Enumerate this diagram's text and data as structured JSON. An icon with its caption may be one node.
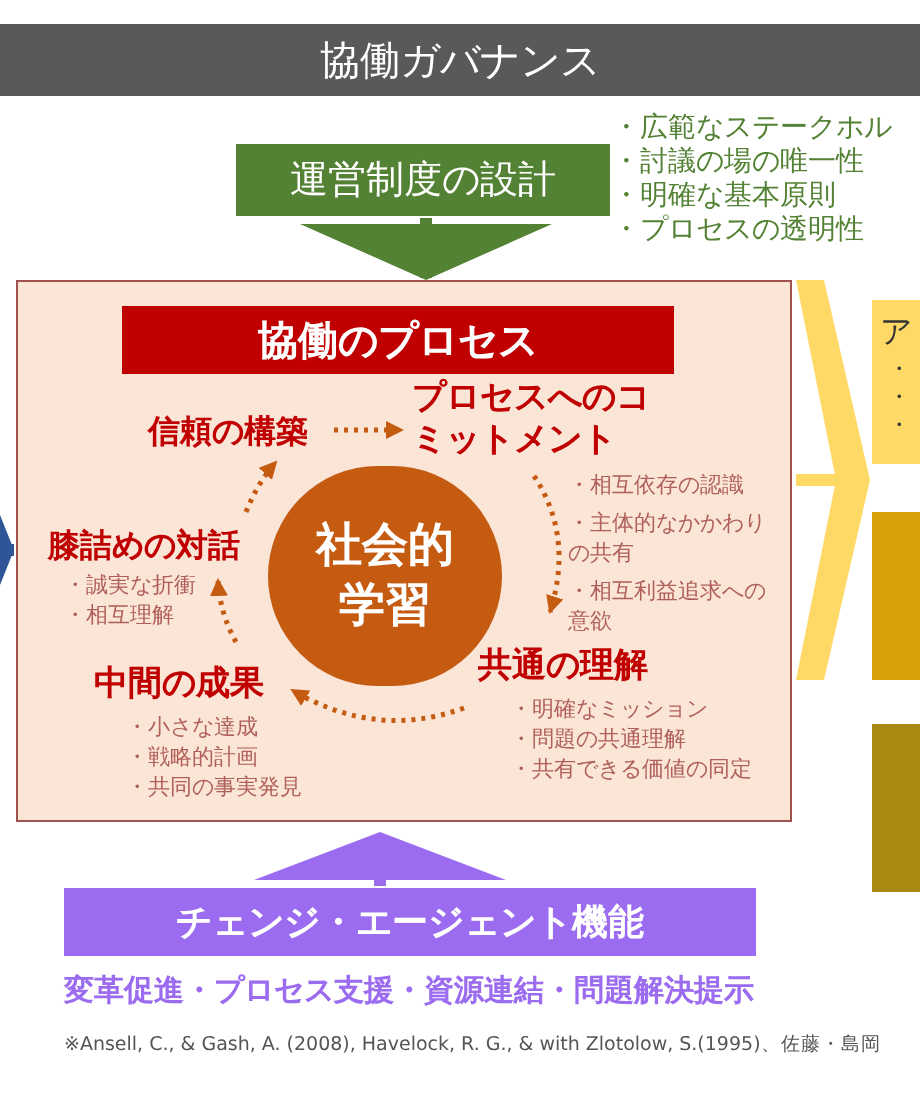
{
  "diagram": {
    "title": "協働ガバナンス",
    "nodes": [
      {
        "text": [
          "運営制度の設計"
        ],
        "beside": [
          "・広範なステークホル",
          "・討議の場の唯一性",
          "・明確な基本原則",
          "・プロセスの透明性"
        ]
      },
      {
        "text": [
          "協働のプロセス"
        ]
      },
      {
        "text": [
          "信頼の構築"
        ],
        "in": 1
      },
      {
        "text": [
          "プロセスへのコミットメント",
          "・相互依存の認識",
          "・主体的なかかわりの共有",
          "・相互利益追求への意欲"
        ],
        "in": 1
      },
      {
        "text": [
          "膝詰めの対話",
          "・誠実な折衝",
          "・相互理解"
        ],
        "in": 1
      },
      {
        "text": [
          "社会的学習"
        ],
        "in": 1
      },
      {
        "text": [
          "中間の成果",
          "・小さな達成",
          "・戦略的計画",
          "・共同の事実発見"
        ],
        "in": 1
      },
      {
        "text": [
          "共通の理解",
          "・明確なミッション",
          "・問題の共通理解",
          "・共有できる価値の同定"
        ],
        "in": 1
      },
      {
        "text": [
          "チェンジ・エージェント機能"
        ],
        "beside": [
          "変革促進・プロセス支援・資源連結・問題解決提示"
        ]
      },
      {
        "text": [
          "ア",
          "・",
          "・",
          "・"
        ]
      },
      {
        "text": [],
        "shape": "box"
      },
      {
        "text": [],
        "shape": "box"
      }
    ],
    "edges": [
      {
        "from": 0,
        "to": 1,
        "arrow": "to",
        "style": "thick",
        "color": "#548235"
      },
      {
        "from": 2,
        "to": 3,
        "arrow": "to",
        "style": "dashed"
      },
      {
        "from": 3,
        "to": 7,
        "arrow": "to",
        "style": "dashed"
      },
      {
        "from": 7,
        "to": 6,
        "arrow": "to",
        "style": "dashed"
      },
      {
        "from": 6,
        "to": 4,
        "arrow": "to",
        "style": "dashed"
      },
      {
        "from": 4,
        "to": 2,
        "arrow": "to",
        "style": "dashed"
      },
      {
        "from": 8,
        "to": 1,
        "arrow": "to",
        "style": "thick",
        "color": "#9b6cf0"
      },
      {
        "from": 1,
        "to": 9,
        "arrow": "to",
        "style": "thick",
        "color": "#ffd966"
      },
      {
        "from": null,
        "to": 1,
        "arrow": "to",
        "style": "thick",
        "color": "#2e5597"
      }
    ],
    "labels": [
      "※Ansell, C., & Gash, A. (2008), Havelock, R. G., & with Zlotolow, S.(1995)、佐藤・島岡"
    ]
  }
}
